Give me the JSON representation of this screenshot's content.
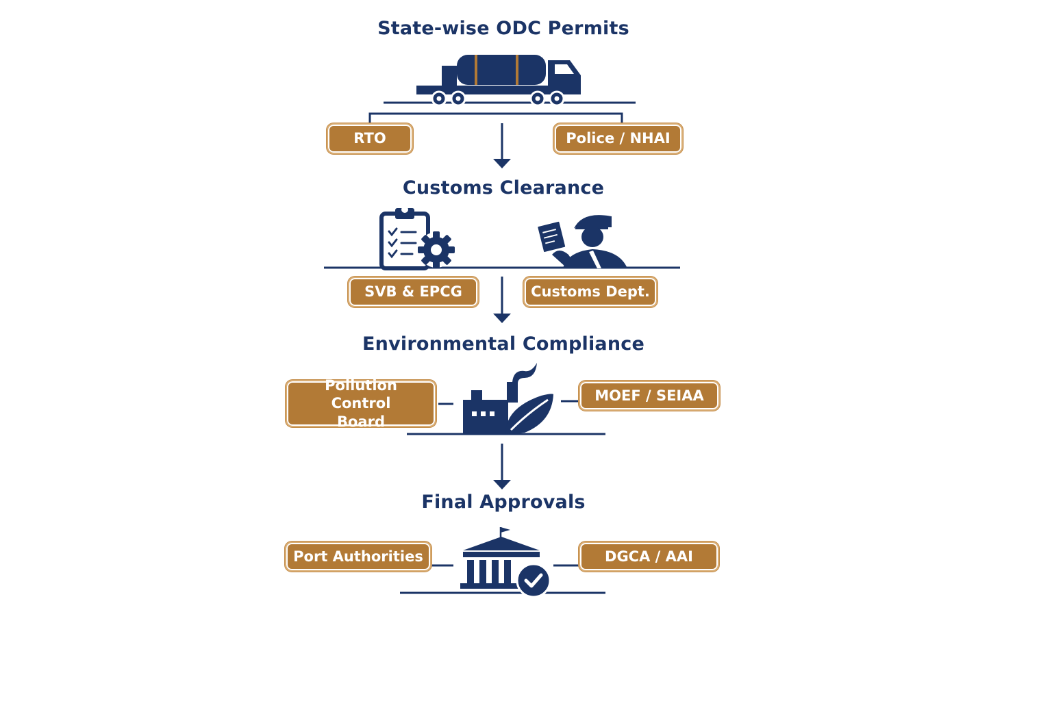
{
  "stages": [
    {
      "title": "State-wise ODC Permits",
      "icon": "truck-icon",
      "items": [
        "RTO",
        "Police / NHAI"
      ]
    },
    {
      "title": "Customs Clearance",
      "icon": "clipboard-gear-icon",
      "icon2": "officer-icon",
      "items": [
        "SVB & EPCG",
        "Customs Dept."
      ]
    },
    {
      "title": "Environmental Compliance",
      "icon": "factory-leaf-icon",
      "items": [
        "Pollution Control Board",
        "MOEF / SEIAA"
      ]
    },
    {
      "title": "Final Approvals",
      "icon": "government-building-check-icon",
      "items": [
        "Port Authorities",
        "DGCA / AAI"
      ]
    }
  ],
  "colors": {
    "navy": "#1b3466",
    "gold": "#b27a36",
    "gold_border": "#d9ad74"
  }
}
